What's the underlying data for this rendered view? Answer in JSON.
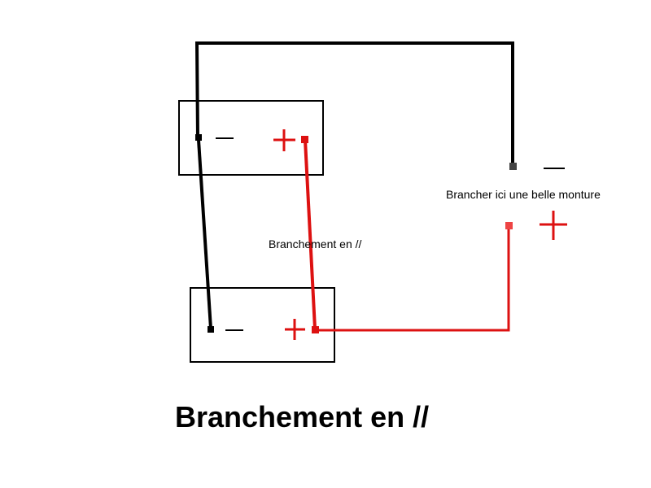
{
  "labels": {
    "middle": "Branchement en //",
    "right": "Brancher ici une belle monture",
    "title": "Branchement en //"
  },
  "symbols": {
    "minus": "—",
    "plus": "+"
  },
  "colors": {
    "negative_wire": "#000000",
    "positive_wire": "#dd1111",
    "plus_sign": "#dd1111",
    "terminal_negative": "#000000",
    "terminal_positive": "#dd1111",
    "terminal_right_negative": "#444444",
    "terminal_right_positive": "#ee4444"
  }
}
